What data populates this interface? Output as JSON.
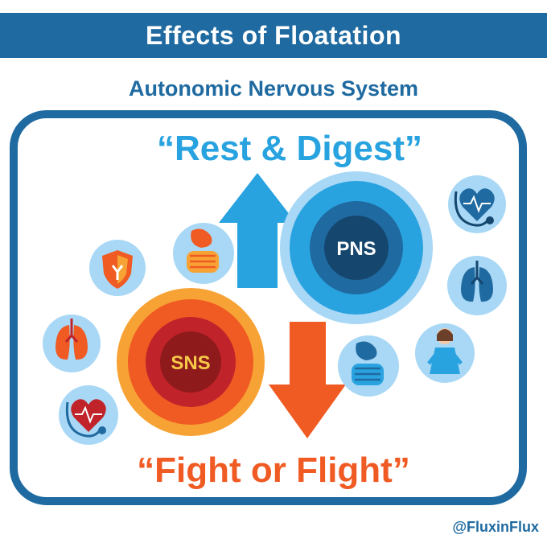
{
  "header": {
    "title": "Effects of Floatation"
  },
  "subtitle": "Autonomic Nervous System",
  "top_label": "“Rest & Digest”",
  "bottom_label": "“Fight or Flight”",
  "pns": {
    "label": "PNS"
  },
  "sns": {
    "label": "SNS"
  },
  "credit": "@FluxinFlux",
  "colors": {
    "brand_blue": "#1f6aa0",
    "rest_blue": "#29a3e0",
    "fight_orange": "#f05a23",
    "icon_circle": "#a8d8f5"
  },
  "icons": {
    "sns_side": [
      "shield-icon",
      "stomach-intestine-icon",
      "lungs-icon",
      "heart-stethoscope-icon"
    ],
    "pns_side": [
      "heart-stethoscope-icon",
      "lungs-icon",
      "person-icon",
      "stomach-intestine-icon"
    ]
  }
}
